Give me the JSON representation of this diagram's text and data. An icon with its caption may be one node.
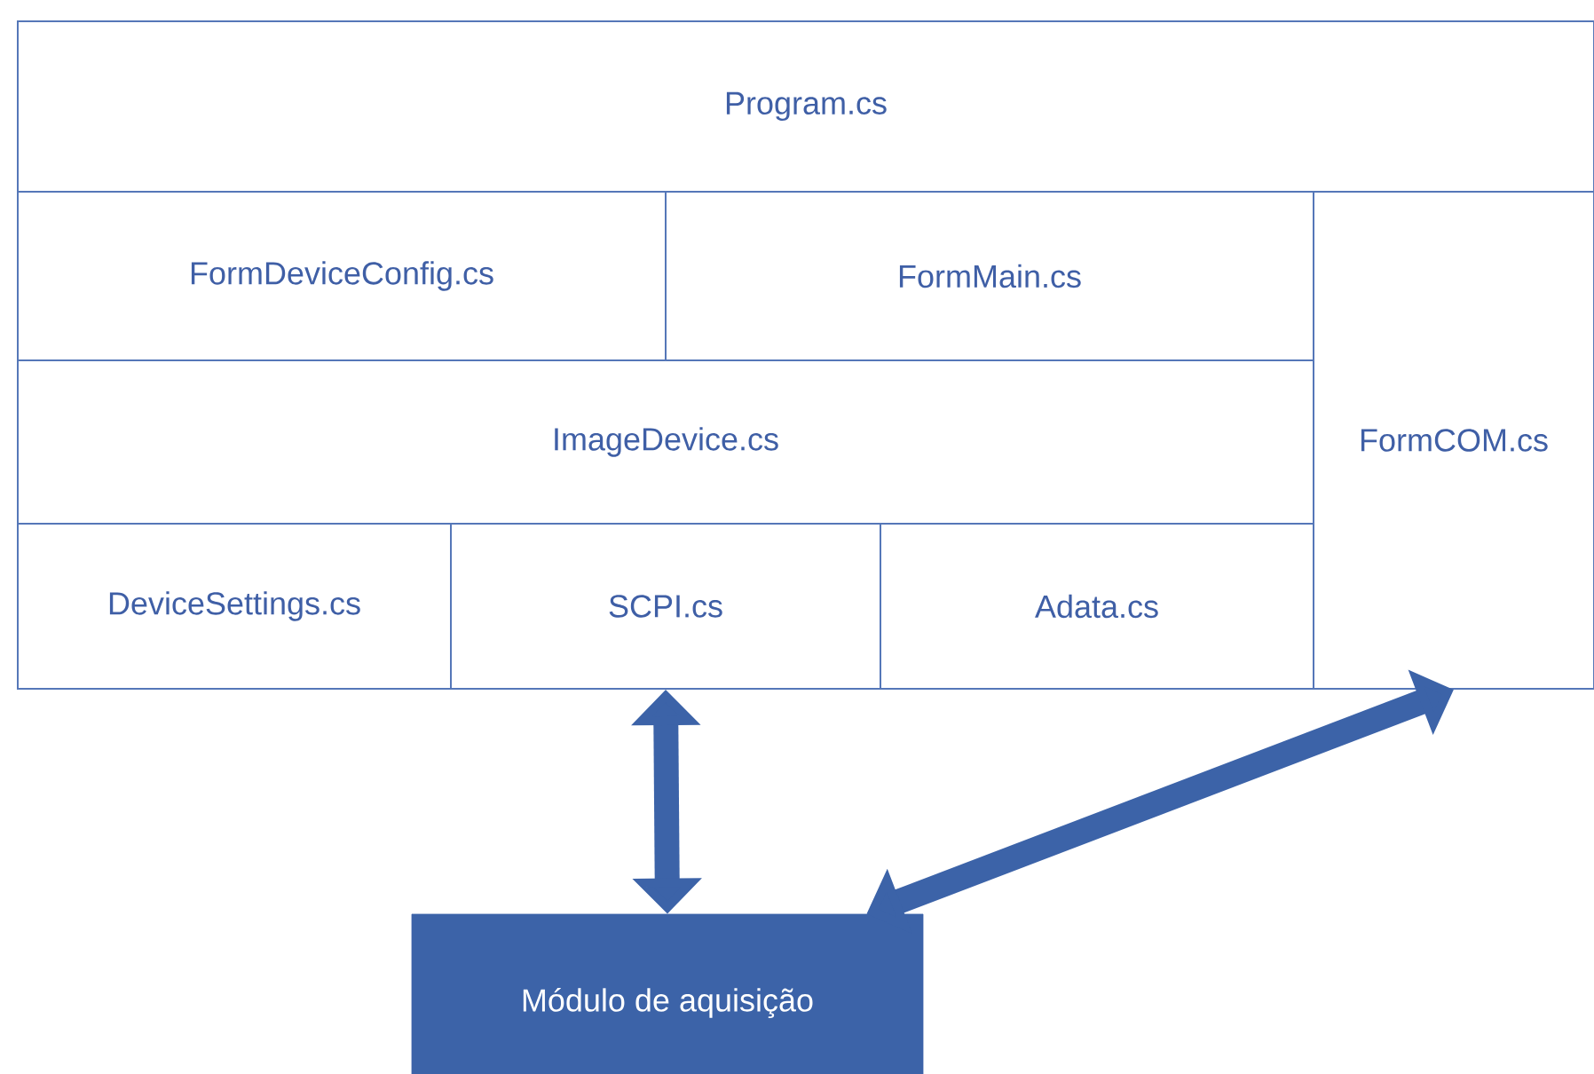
{
  "diagram": {
    "nodes": [
      {
        "text": [
          "Program.cs"
        ]
      },
      {
        "text": [
          "FormDeviceConfig.cs"
        ]
      },
      {
        "text": [
          "FormMain.cs"
        ]
      },
      {
        "text": [
          "FormCOM.cs"
        ]
      },
      {
        "text": [
          "ImageDevice.cs"
        ]
      },
      {
        "text": [
          "DeviceSettings.cs"
        ]
      },
      {
        "text": [
          "SCPI.cs"
        ]
      },
      {
        "text": [
          "Adata.cs"
        ]
      },
      {
        "text": [
          "Módulo de aquisição"
        ]
      }
    ],
    "edges": [
      {
        "from": 8,
        "to": 6,
        "arrow": "both"
      },
      {
        "from": 8,
        "to": 3,
        "arrow": "both"
      }
    ]
  }
}
